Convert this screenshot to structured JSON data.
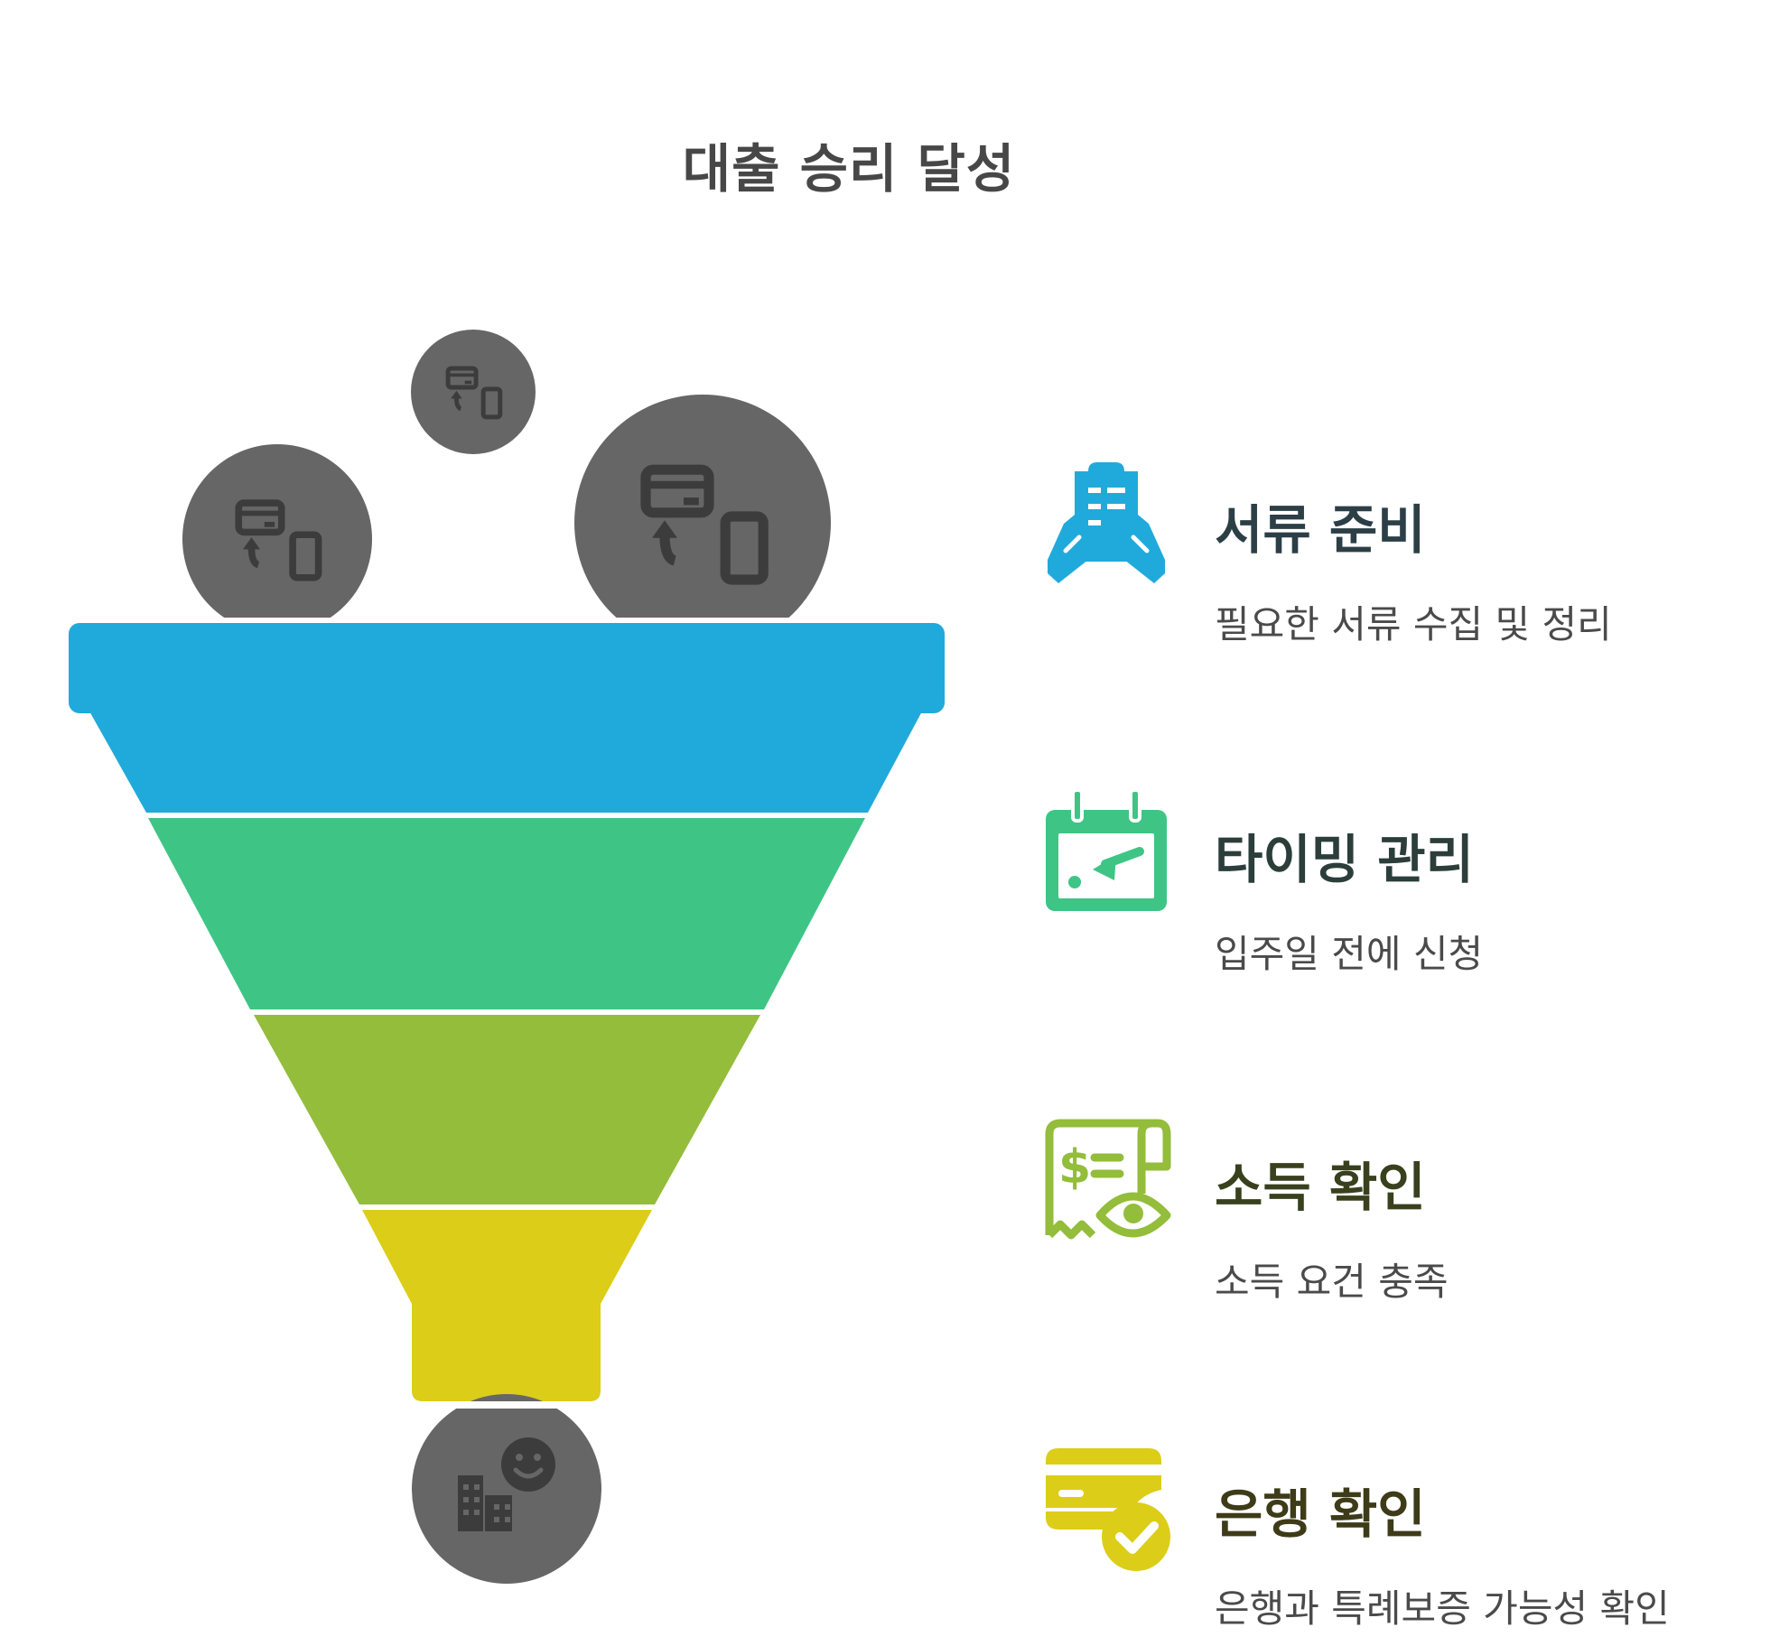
{
  "title": "대출 승리 달성",
  "colors": {
    "stage1": "#20aadb",
    "stage2": "#3ec585",
    "stage3": "#93bd3a",
    "stage4": "#dccd18",
    "circle": "#666666",
    "icon_dark": "#3c3c3c",
    "title_text": "#474747"
  },
  "steps": [
    {
      "title": "서류 준비",
      "description": "필요한 서류 수집 및 정리",
      "icon": "document-hands-icon",
      "color": "#20aadb",
      "title_color": "#2c3e46"
    },
    {
      "title": "타이밍 관리",
      "description": "입주일 전에 신청",
      "icon": "calendar-arrow-icon",
      "color": "#3ec585",
      "title_color": "#2c3e3a"
    },
    {
      "title": "소득 확인",
      "description": "소득 요건 충족",
      "icon": "receipt-eye-icon",
      "color": "#93bd3a",
      "title_color": "#38401e"
    },
    {
      "title": "은행 확인",
      "description": "은행과 특례보증 가능성 확인",
      "icon": "card-check-icon",
      "color": "#dccd18",
      "title_color": "#3d3b18"
    }
  ],
  "input_icons": [
    "card-to-phone-icon",
    "card-to-phone-icon",
    "card-to-phone-icon"
  ],
  "output_icon": "building-smile-icon"
}
